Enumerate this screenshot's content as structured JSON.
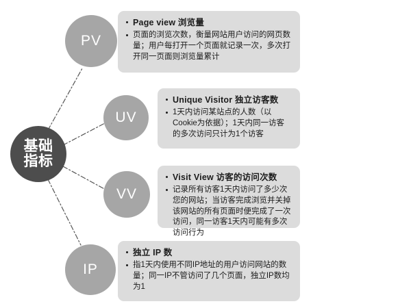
{
  "diagram": {
    "type": "hub-and-spoke",
    "title": "基础指标",
    "hub": {
      "label": "基础\n指标",
      "color": "#4d4d4d",
      "text_color": "#ffffff"
    },
    "node_color": "#a6a6a6",
    "callout_color": "#dcdcdc",
    "connector_color": "#555555",
    "connector_style": "dash-dot",
    "branches": [
      {
        "id": "pv",
        "node_label": "PV",
        "title": "Page view 浏览量",
        "body": "页面的浏览次数，衡量网站用户访问的网页数量；用户每打开一个页面就记录一次，多次打开同一页面则浏览量累计"
      },
      {
        "id": "uv",
        "node_label": "UV",
        "title": "Unique Visitor 独立访客数",
        "body": "1天内访问某站点的人数（以Cookie为依据）；1天内同一访客的多次访问只计为1个访客"
      },
      {
        "id": "vv",
        "node_label": "VV",
        "title": "Visit View 访客的访问次数",
        "body": "记录所有访客1天内访问了多少次您的网站；当访客完成浏览并关掉该网站的所有页面时便完成了一次访问，同一访客1天内可能有多次访问行为"
      },
      {
        "id": "ip",
        "node_label": "IP",
        "title": "独立 IP 数",
        "body": "指1天内使用不同IP地址的用户访问网站的数量；同一IP不管访问了几个页面，独立IP数均为1"
      }
    ]
  }
}
